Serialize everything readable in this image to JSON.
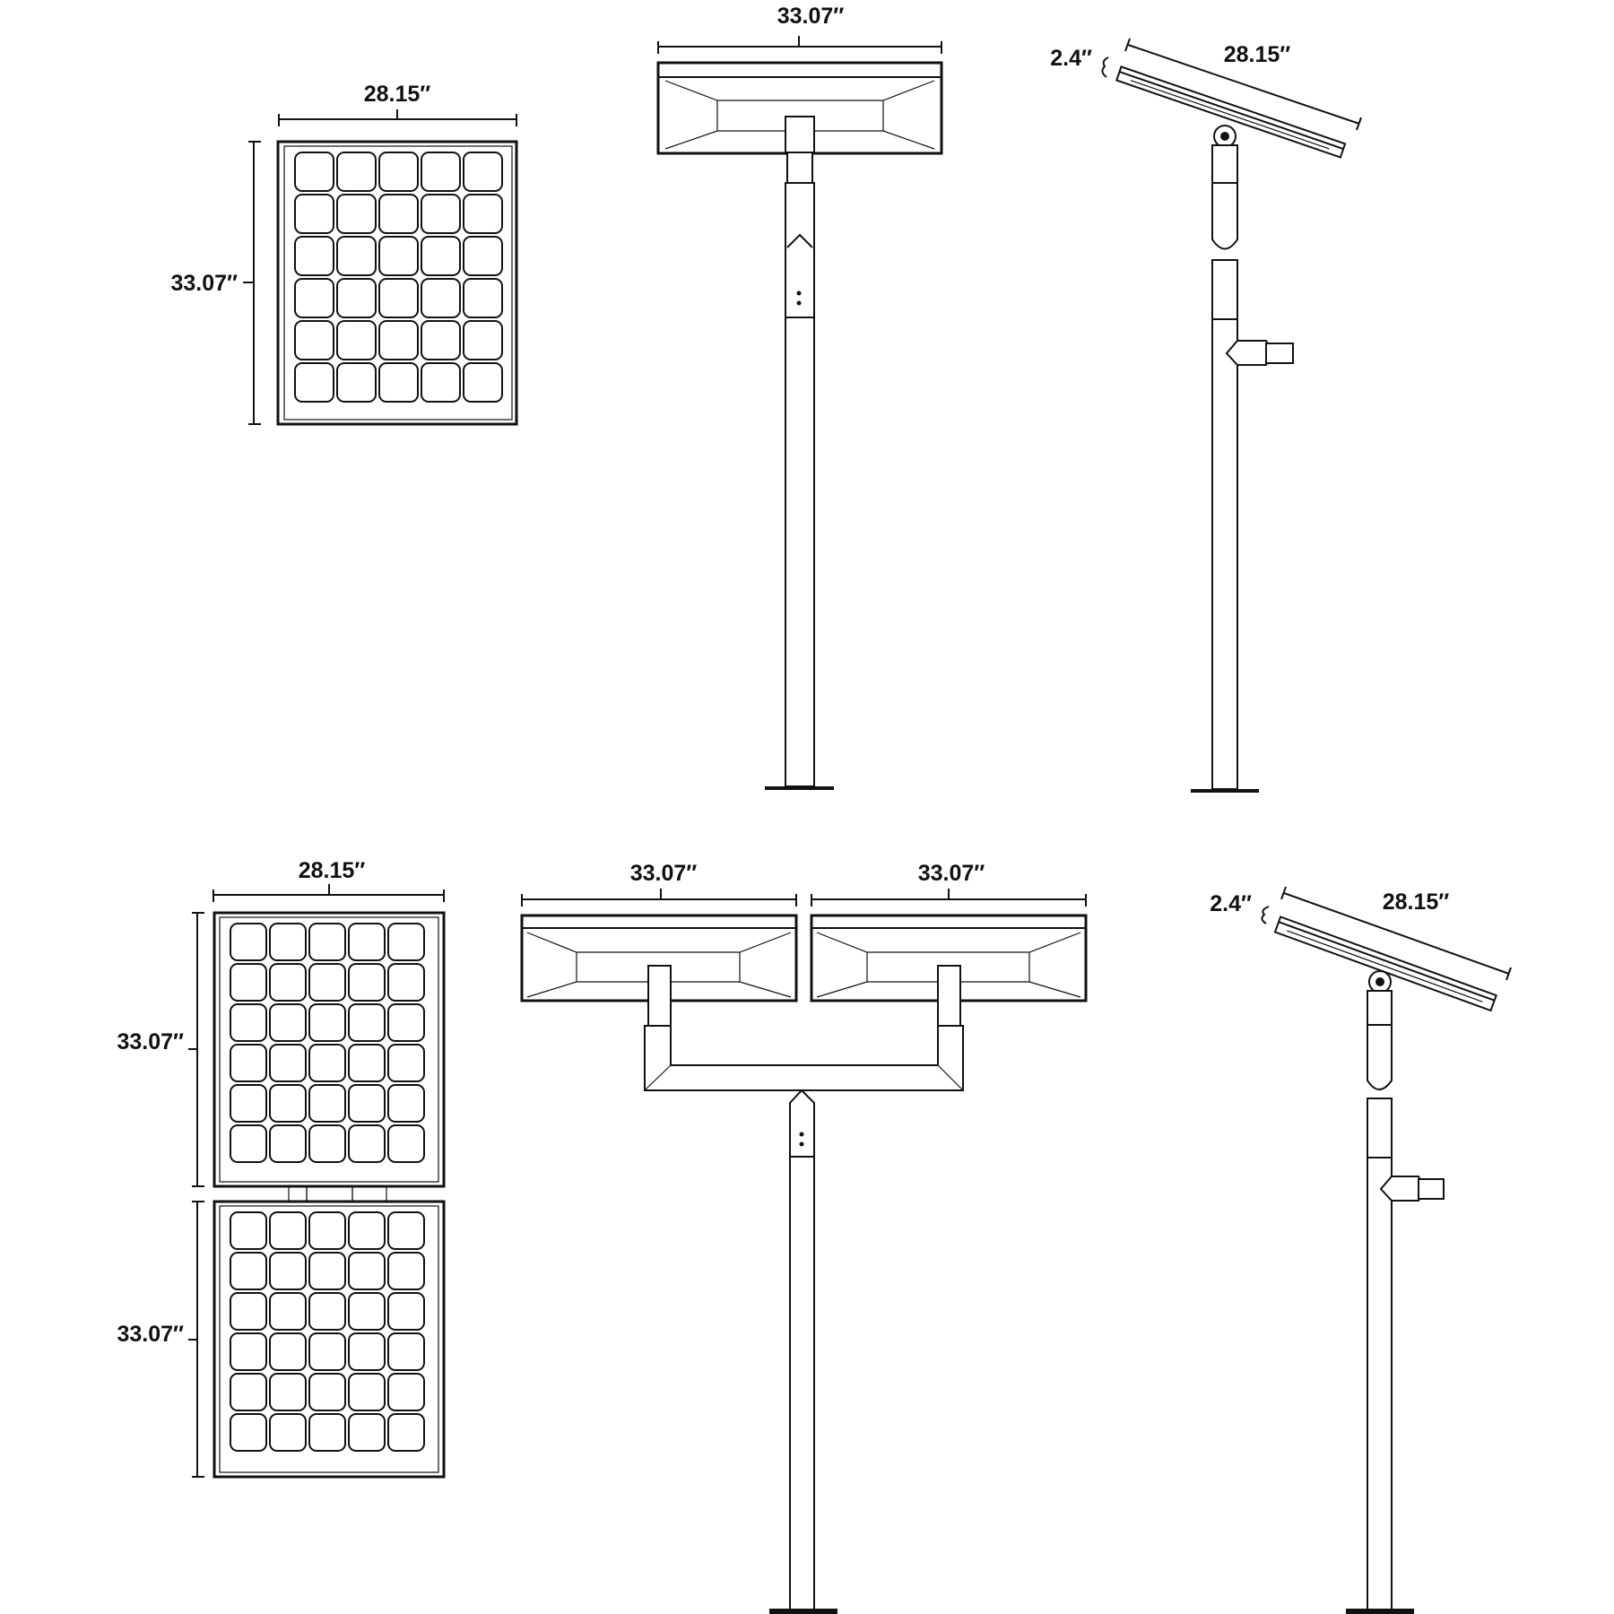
{
  "single": {
    "front": {
      "width_label": "28.15″",
      "height_label": "33.07″"
    },
    "top": {
      "length_label": "33.07″"
    },
    "side": {
      "thickness_label": "2.4″",
      "width_label": "28.15″"
    }
  },
  "double": {
    "front": {
      "width_label": "28.15″",
      "upper_height_label": "33.07″",
      "lower_height_label": "33.07″"
    },
    "top": {
      "left_length_label": "33.07″",
      "right_length_label": "33.07″"
    },
    "side": {
      "thickness_label": "2.4″",
      "width_label": "28.15″"
    }
  },
  "colors": {
    "line": "#111111",
    "background": "#ffffff"
  }
}
